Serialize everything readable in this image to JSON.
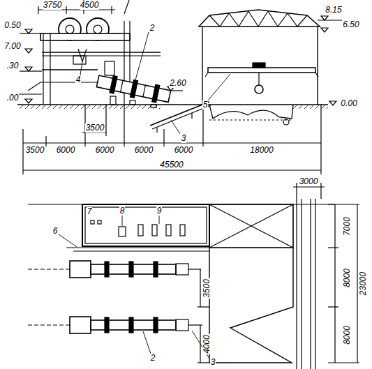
{
  "diagram": {
    "labels": [
      "3750",
      "4500",
      "0.50",
      "7.00",
      ".30",
      ".00",
      "4",
      "2",
      "2.60",
      "5",
      "8.15",
      "6.50",
      "0.00",
      "3",
      "3500",
      "3500",
      "6000",
      "6000",
      "6000",
      "6000",
      "18000",
      "45500",
      "3000",
      "8",
      "9",
      "7",
      "6",
      "7000",
      "8000",
      "8000",
      "23000",
      "3500",
      "4000",
      "2",
      "3"
    ]
  }
}
